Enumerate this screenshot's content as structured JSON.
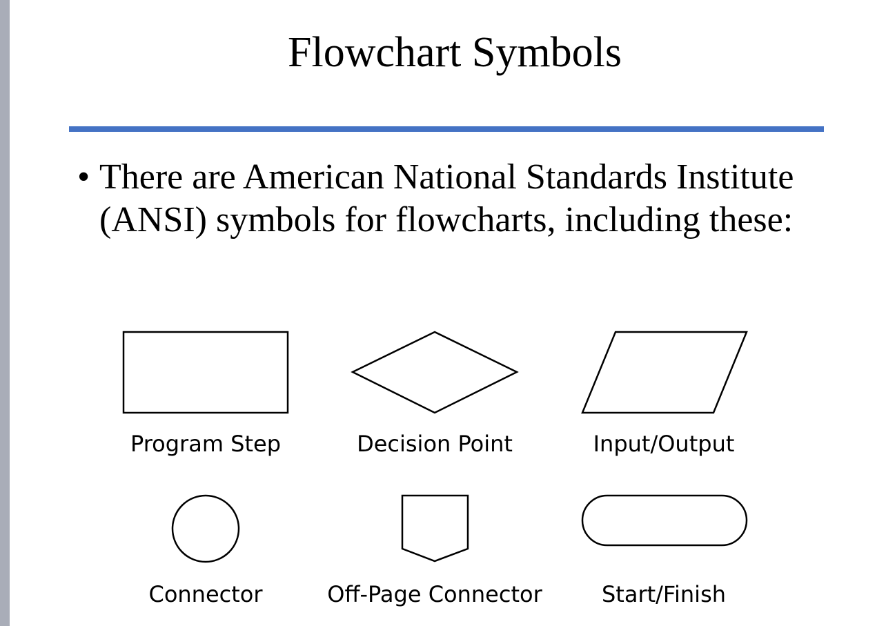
{
  "slide": {
    "title": "Flowchart Symbols",
    "bullet_marker": "•",
    "bullet_text": "There are American National Standards Institute (ANSI) symbols for flowcharts, including these:",
    "accent_color": "#4472c4"
  },
  "symbols": [
    {
      "name": "Program Step",
      "shape": "rectangle",
      "label": "Program Step"
    },
    {
      "name": "Decision Point",
      "shape": "diamond",
      "label": "Decision Point"
    },
    {
      "name": "Input/Output",
      "shape": "parallelogram",
      "label": "Input/Output"
    },
    {
      "name": "Connector",
      "shape": "circle",
      "label": "Connector"
    },
    {
      "name": "Off-Page Connector",
      "shape": "pentagon",
      "label": "Off-Page Connector"
    },
    {
      "name": "Start/Finish",
      "shape": "stadium",
      "label": "Start/Finish"
    }
  ]
}
